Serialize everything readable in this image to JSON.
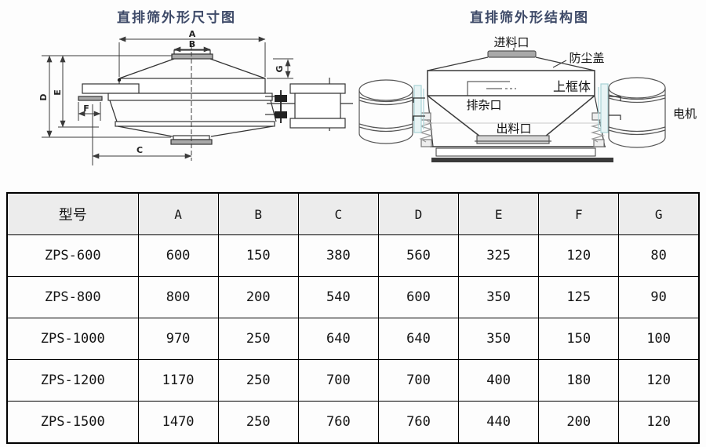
{
  "colors": {
    "title_text": "#3e4a68",
    "line": "#3a3a3a",
    "table_header_bg": "#ececec",
    "flange_gray": "#a9a9a9",
    "mount_cyan": "#a9d3d6"
  },
  "figures": {
    "left": {
      "title": "直排筛外形尺寸图",
      "dims": {
        "a": "A",
        "b": "B",
        "c": "C",
        "d": "D",
        "e": "E",
        "f": "F",
        "g": "G"
      }
    },
    "right": {
      "title": "直排筛外形结构图",
      "labels": {
        "inlet": "进料口",
        "dust_cover": "防尘盖",
        "upper_frame": "上框体",
        "impurity_port": "排杂口",
        "outlet": "出料口",
        "motor": "电机"
      }
    }
  },
  "table": {
    "headers": [
      "型号",
      "A",
      "B",
      "C",
      "D",
      "E",
      "F",
      "G"
    ],
    "rows": [
      [
        "ZPS-600",
        "600",
        "150",
        "380",
        "560",
        "325",
        "120",
        "80"
      ],
      [
        "ZPS-800",
        "800",
        "200",
        "540",
        "600",
        "350",
        "125",
        "90"
      ],
      [
        "ZPS-1000",
        "970",
        "250",
        "640",
        "640",
        "350",
        "150",
        "100"
      ],
      [
        "ZPS-1200",
        "1170",
        "250",
        "700",
        "700",
        "400",
        "180",
        "120"
      ],
      [
        "ZPS-1500",
        "1470",
        "250",
        "760",
        "760",
        "440",
        "200",
        "120"
      ]
    ]
  }
}
